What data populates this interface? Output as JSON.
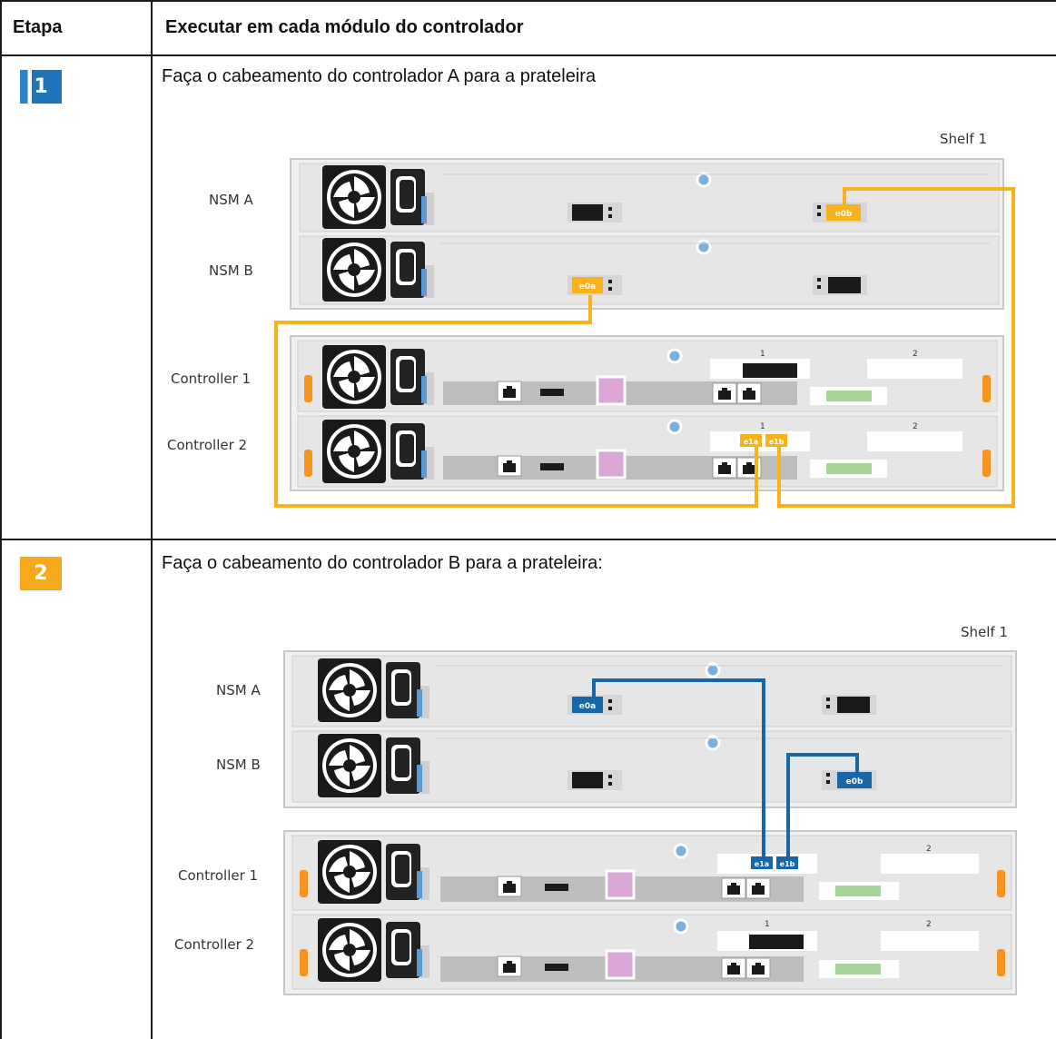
{
  "table": {
    "col_step": "Etapa",
    "col_action": "Executar em cada módulo do controlador"
  },
  "steps": [
    {
      "badge": "1",
      "badge_color": "#2a84c9",
      "text": "Faça o cabeamento do controlador A para a prateleira",
      "diagram": {
        "shelf_label": "Shelf 1",
        "nsm_a": "NSM A",
        "nsm_b": "NSM B",
        "controller_1": "Controller 1",
        "controller_2": "Controller 2",
        "port_nsm_a": "e0b",
        "port_nsm_b": "e0a",
        "port_ctrl_a": "e1a",
        "port_ctrl_b": "e1b",
        "slot_1": "1",
        "slot_2": "2",
        "cable_color": "#f7b21e"
      }
    },
    {
      "badge": "2",
      "badge_color": "#f7a81b",
      "text": "Faça o cabeamento do controlador B para a prateleira:",
      "diagram": {
        "shelf_label": "Shelf 1",
        "nsm_a": "NSM A",
        "nsm_b": "NSM B",
        "controller_1": "Controller 1",
        "controller_2": "Controller 2",
        "port_nsm_a": "e0a",
        "port_nsm_b": "e0b",
        "port_ctrl_a": "e1a",
        "port_ctrl_b": "e1b",
        "slot_1": "1",
        "slot_2": "2",
        "cable_color": "#1766a8"
      }
    }
  ]
}
